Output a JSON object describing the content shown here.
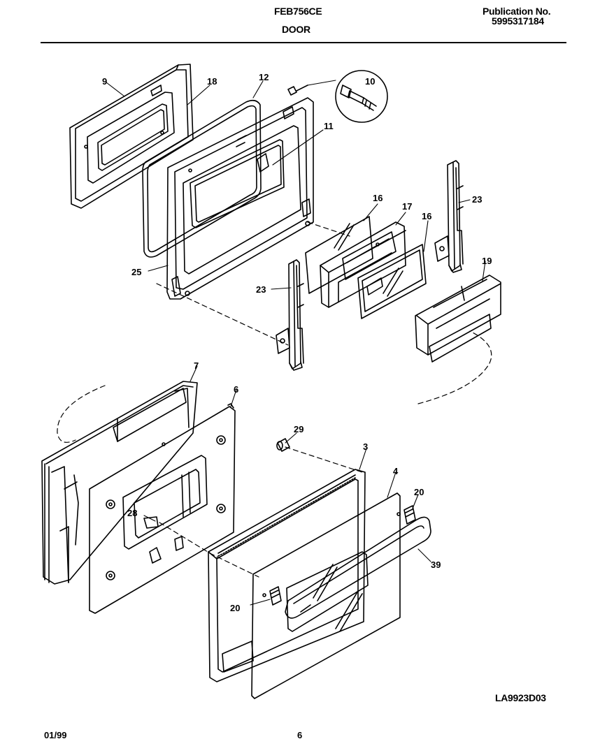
{
  "header": {
    "model": "FEB756CE",
    "section": "DOOR",
    "publication_label": "Publication No.",
    "publication_number": "5995317184"
  },
  "diagram": {
    "code": "LA9923D03",
    "callouts": [
      "9",
      "18",
      "12",
      "10",
      "11",
      "16",
      "17",
      "16",
      "23",
      "25",
      "23",
      "19",
      "7",
      "6",
      "29",
      "3",
      "4",
      "20",
      "28",
      "39",
      "20"
    ]
  },
  "footer": {
    "date": "01/99",
    "page": "6"
  }
}
